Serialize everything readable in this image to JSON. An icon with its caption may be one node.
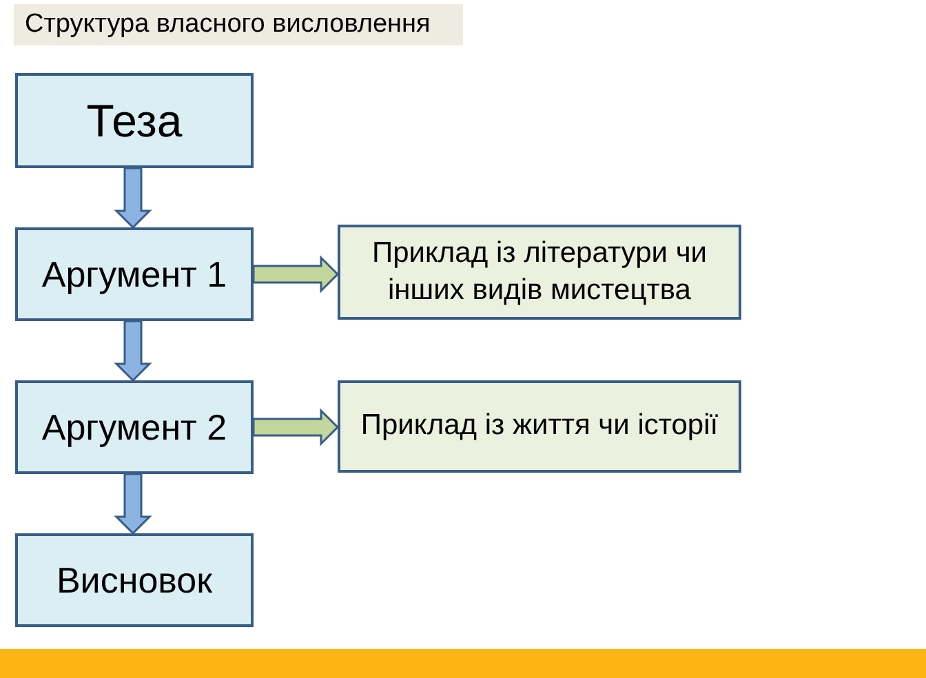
{
  "diagram": {
    "title": "Структура власного висловлення",
    "nodes": [
      {
        "text": [
          "Теза"
        ]
      },
      {
        "text": [
          "Аргумент 1"
        ]
      },
      {
        "text": [
          "Приклад із літератури чи інших видів мистецтва"
        ]
      },
      {
        "text": [
          "Аргумент 2"
        ]
      },
      {
        "text": [
          "Приклад із життя чи історії"
        ]
      },
      {
        "text": [
          "Висновок"
        ]
      }
    ],
    "edges": [
      {
        "from": 0,
        "to": 1,
        "arrow": "to"
      },
      {
        "from": 1,
        "to": 2,
        "arrow": "to",
        "color": "#c3d69b"
      },
      {
        "from": 1,
        "to": 3,
        "arrow": "to"
      },
      {
        "from": 3,
        "to": 4,
        "arrow": "to",
        "color": "#c3d69b"
      },
      {
        "from": 3,
        "to": 5,
        "arrow": "to"
      }
    ]
  }
}
